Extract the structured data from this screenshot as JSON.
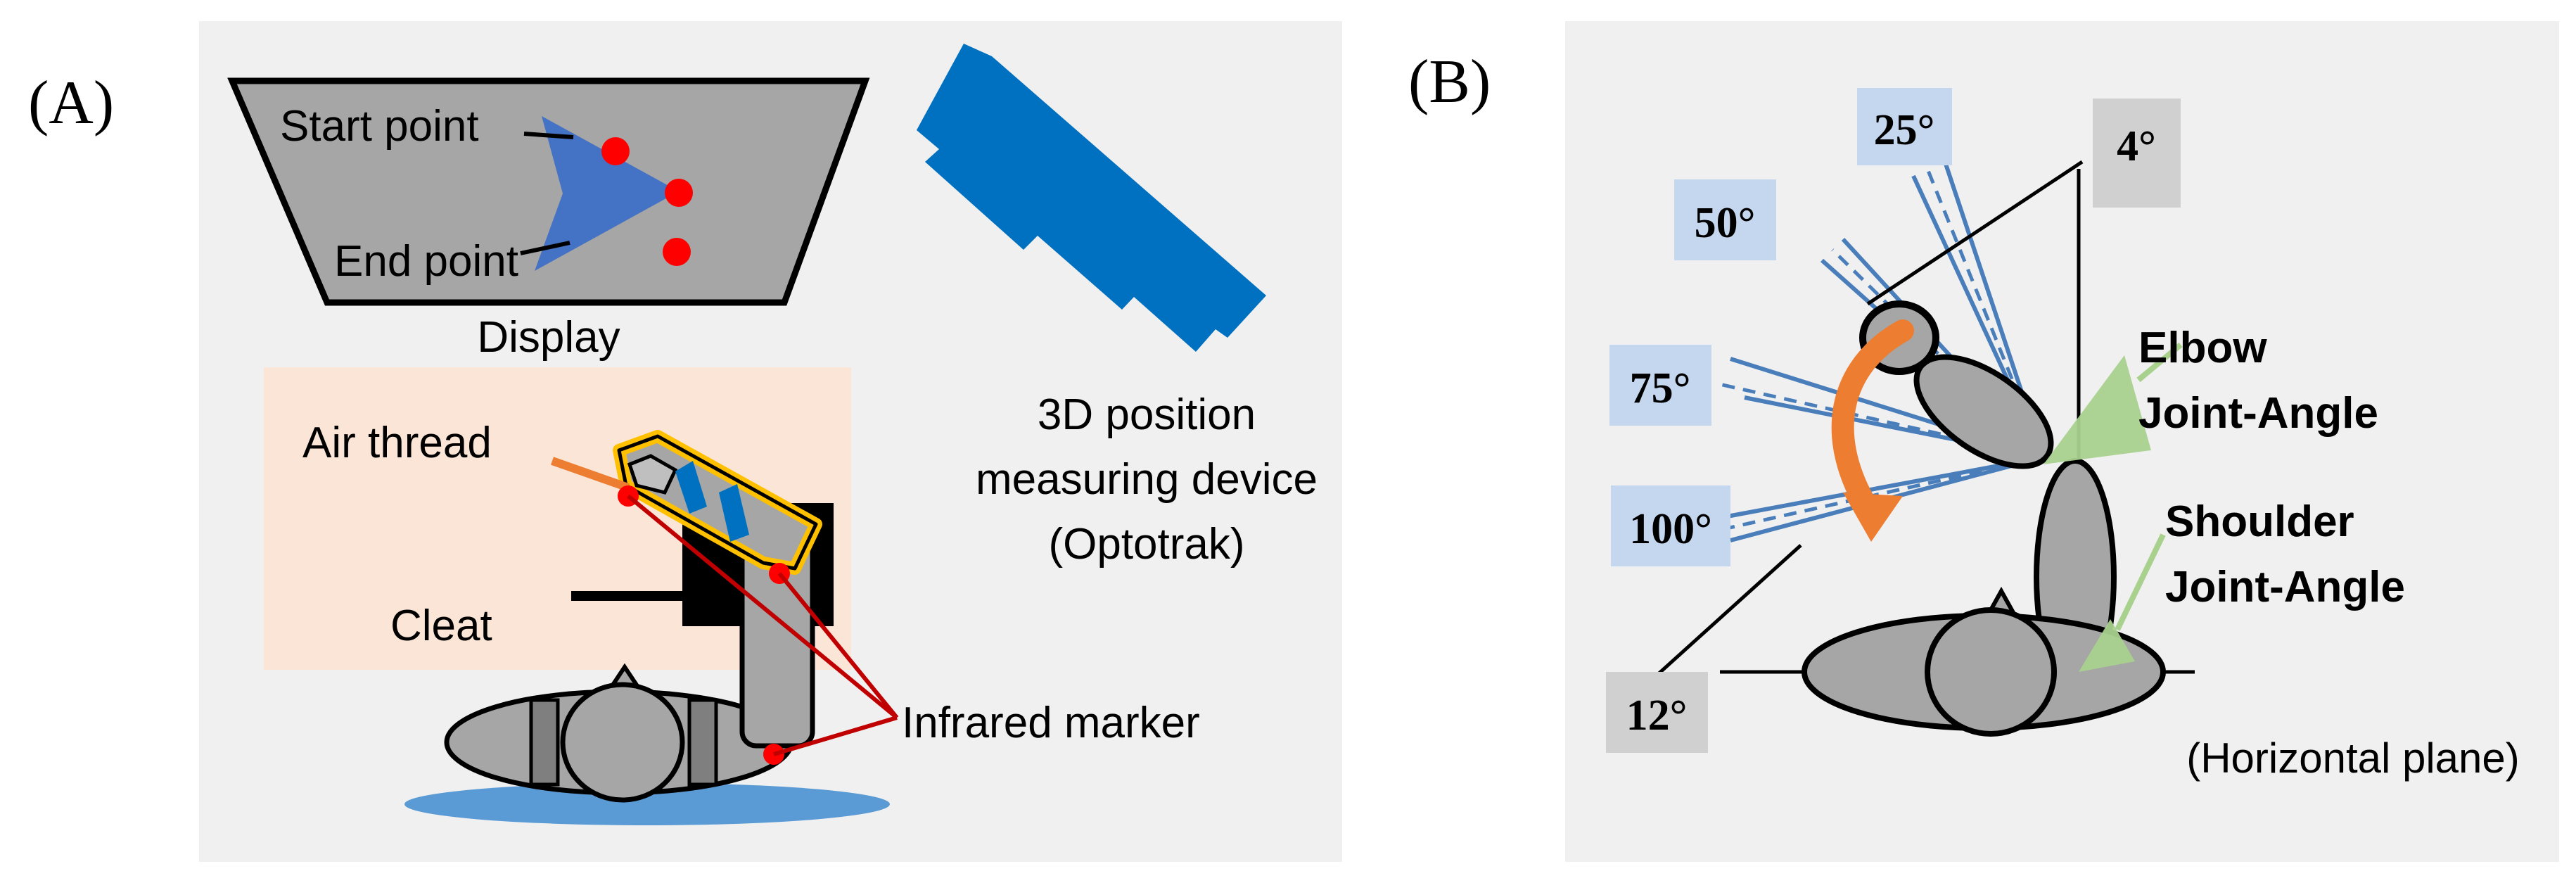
{
  "panel_a": {
    "label": "(A)",
    "display": {
      "caption": "Display",
      "start_point": "Start point",
      "end_point": "End point"
    },
    "device": {
      "line1": "3D position",
      "line2": "measuring device",
      "line3": "(Optotrak)"
    },
    "air_thread": "Air thread",
    "cleat": "Cleat",
    "infrared_marker": "Infrared marker"
  },
  "panel_b": {
    "label": "(B)",
    "angles": {
      "a25": "25°",
      "a4": "4°",
      "a50": "50°",
      "a75": "75°",
      "a100": "100°",
      "a12": "12°"
    },
    "elbow_line1": "Elbow",
    "elbow_line2": "Joint-Angle",
    "shoulder_line1": "Shoulder",
    "shoulder_line2": "Joint-Angle",
    "plane": "(Horizontal plane)"
  },
  "colors": {
    "panel_bg": "#f0f0f0",
    "screen_gray": "#a6a6a6",
    "marker_red": "#ff0000",
    "device_blue": "#0070c0",
    "body_gray": "#a6a6a6",
    "angle_box_blue": "#c5d7ef",
    "angle_box_gray": "#d0d0d0",
    "arc_orange": "#ed7d31",
    "line_blue": "#4a7ebb",
    "joint_green": "#a9d18e",
    "cleat_zone": "#fbe5d6",
    "foot_blue": "#5b9bd5",
    "wire_red": "#c00000"
  }
}
